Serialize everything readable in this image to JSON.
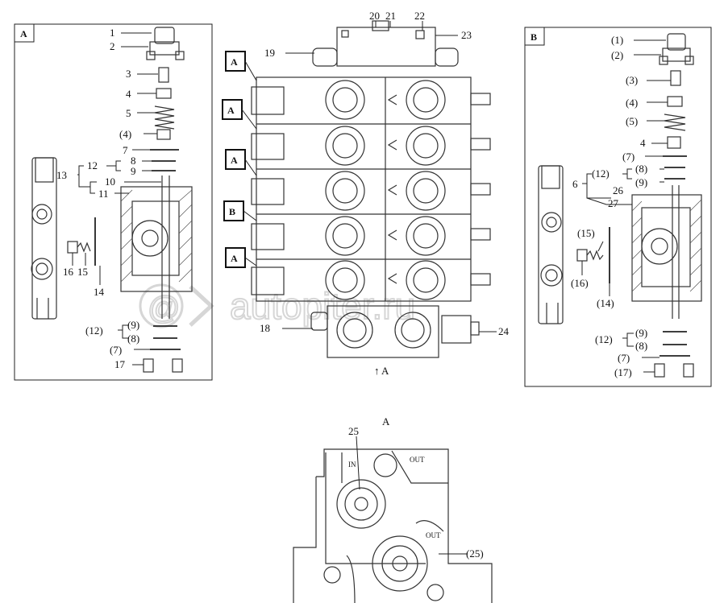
{
  "panel_a": {
    "tag": "A",
    "callouts": [
      "1",
      "2",
      "3",
      "4",
      "5",
      "(4)",
      "7",
      "8",
      "9",
      "10",
      "11",
      "12",
      "13",
      "14",
      "15",
      "16",
      "(9)",
      "(8)",
      "(12)",
      "(7)",
      "17"
    ]
  },
  "panel_b": {
    "tag": "B",
    "callouts": [
      "(1)",
      "(2)",
      "(3)",
      "(4)",
      "(5)",
      "4",
      "(7)",
      "(8)",
      "(9)",
      "(12)",
      "6",
      "26",
      "27",
      "(15)",
      "(16)",
      "(14)",
      "(9)",
      "(8)",
      "(12)",
      "(7)",
      "(17)"
    ]
  },
  "center": {
    "section_tags": [
      "A",
      "A",
      "A",
      "B",
      "A"
    ],
    "callouts": [
      "20",
      "21",
      "22",
      "23",
      "19",
      "18",
      "24"
    ],
    "view_arrow": "↑ A"
  },
  "bottom_view": {
    "title": "A",
    "callouts": [
      "25",
      "(25)"
    ],
    "port_labels": [
      "IN",
      "OUT",
      "OUT"
    ]
  },
  "watermark": "autopiter.ru"
}
